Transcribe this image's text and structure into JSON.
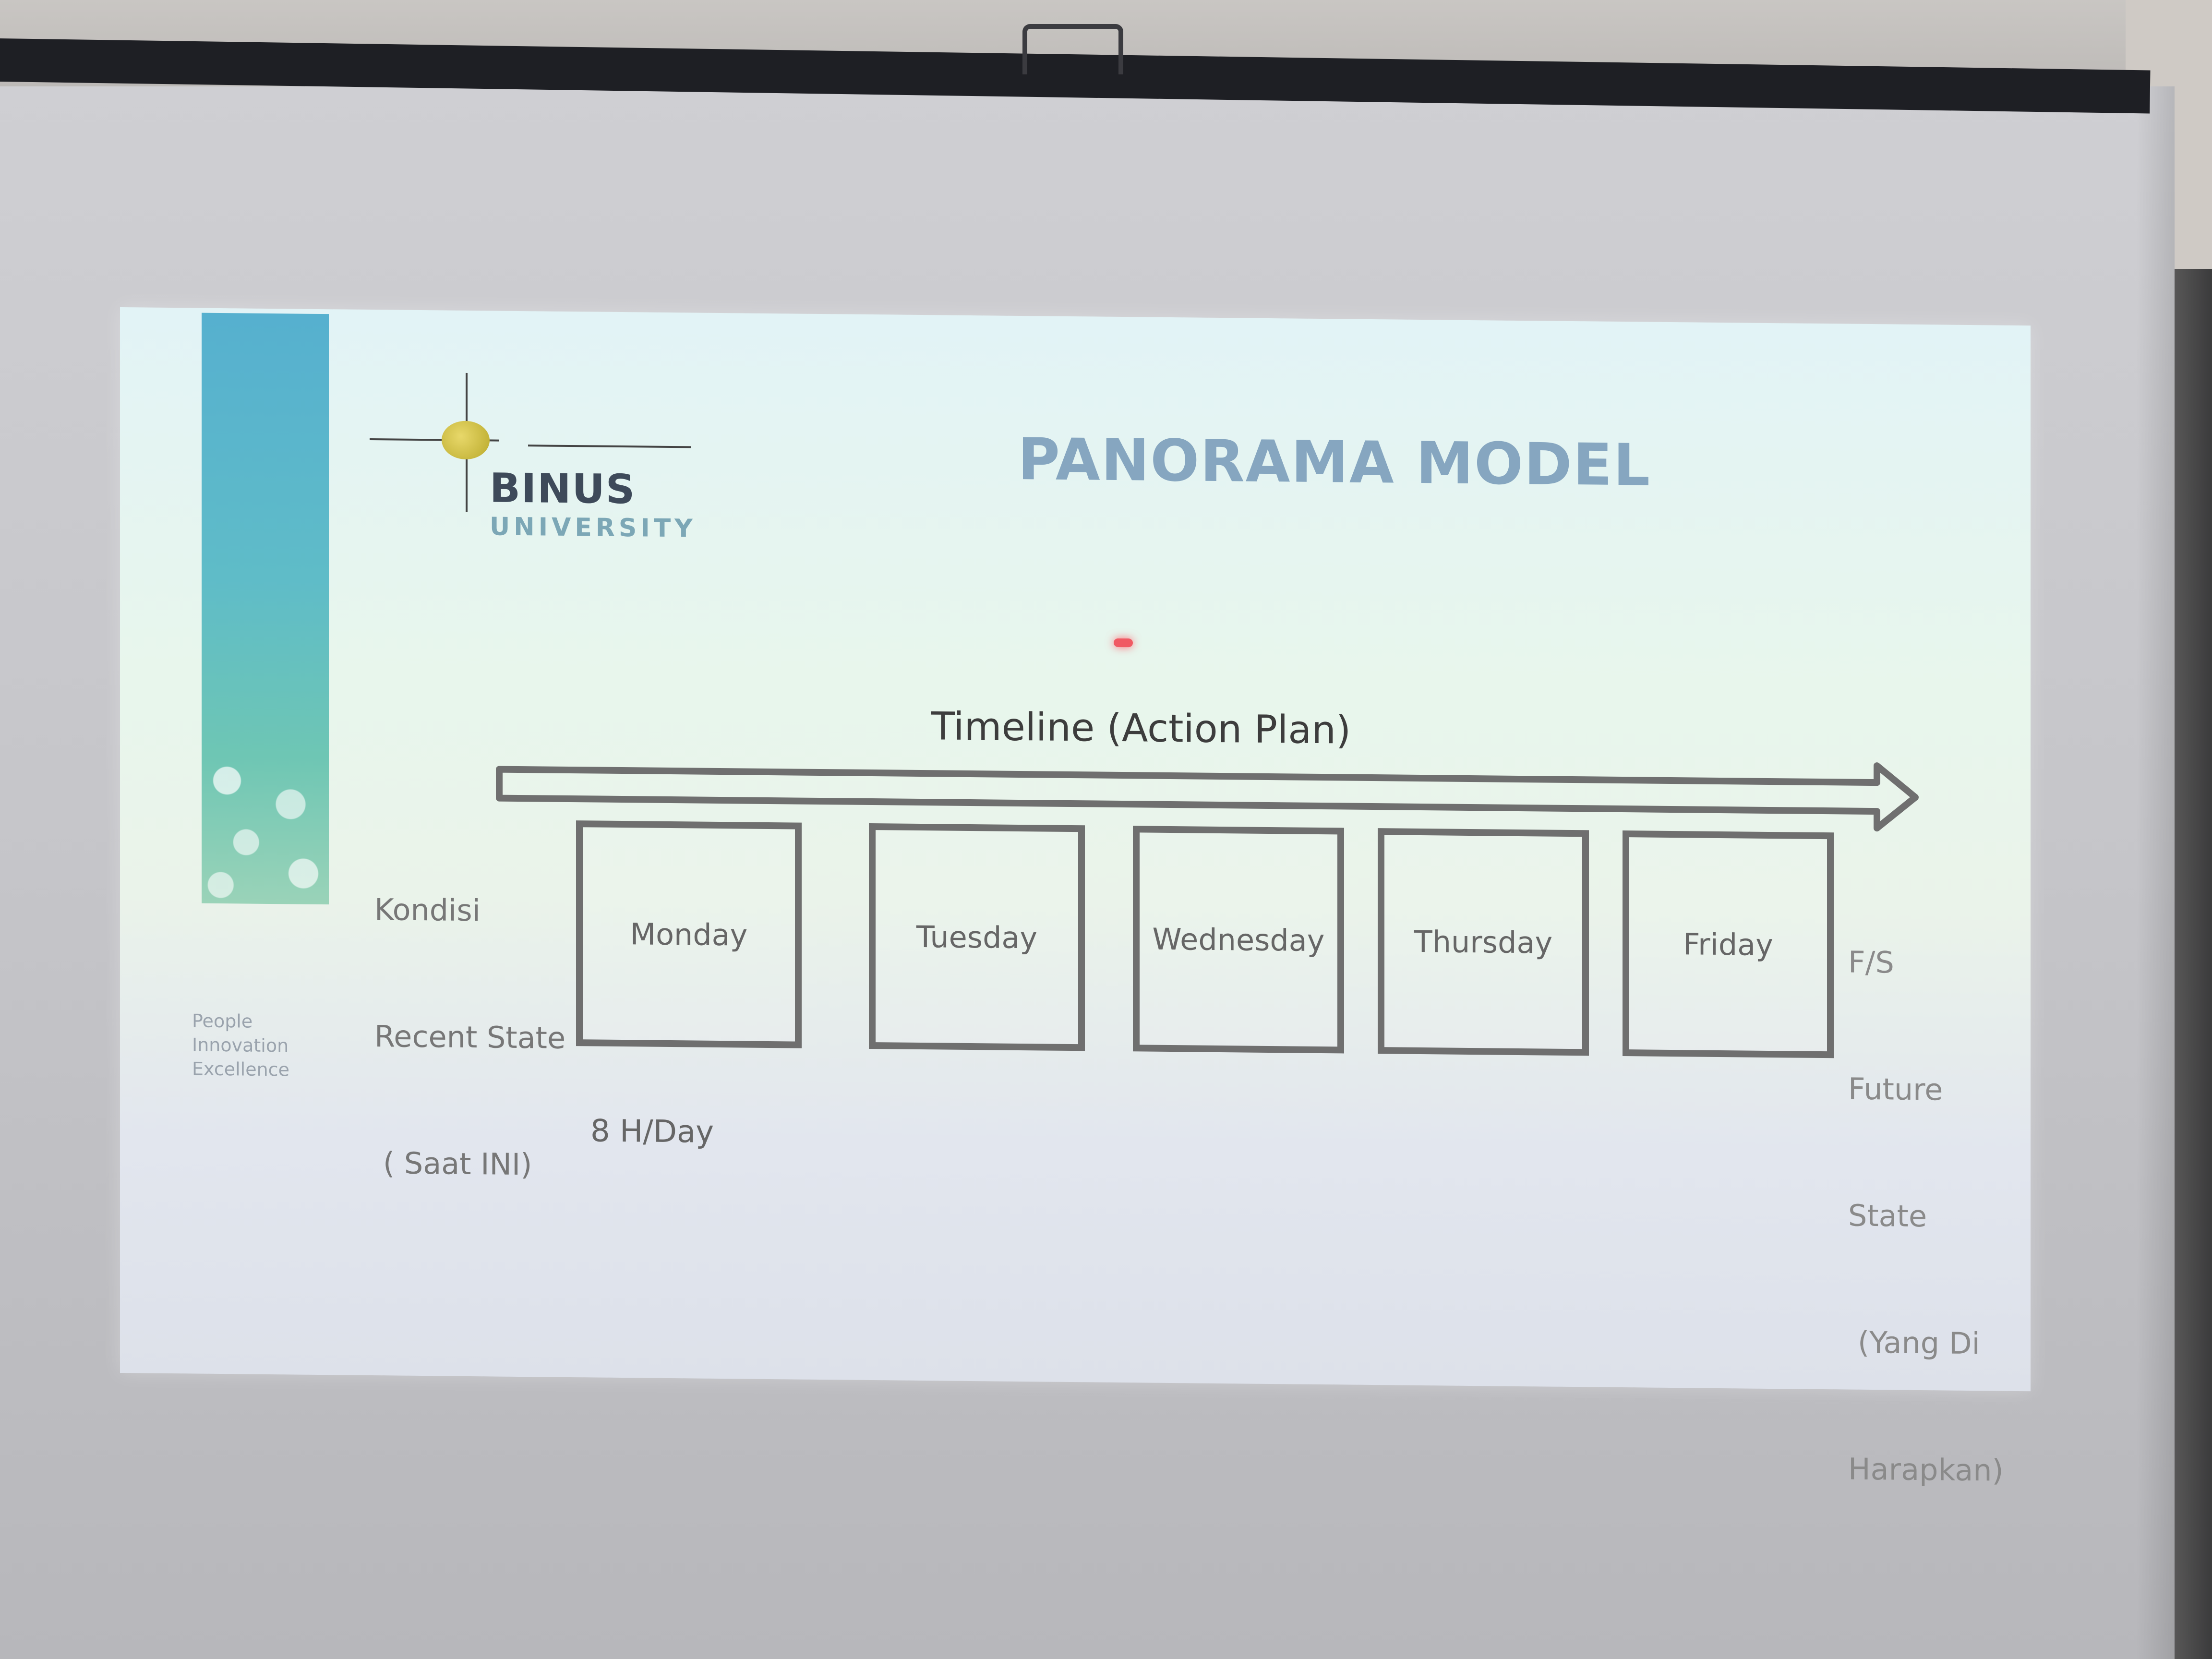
{
  "slide": {
    "title": "PANORAMA MODEL",
    "logo": {
      "name": "BINUS",
      "subname": "UNIVERSITY"
    },
    "tagline": [
      "People",
      "Innovation",
      "Excellence"
    ],
    "timeline_label": "Timeline (Action Plan)",
    "recent_state": [
      "Kondisi",
      "Recent State",
      "( Saat INI)"
    ],
    "future_state": [
      "F/S",
      "Future",
      "State",
      "(Yang Di",
      "Harapkan)"
    ],
    "days": [
      "Monday",
      "Tuesday",
      "Wednesday",
      "Thursday",
      "Friday"
    ],
    "hours_note": "8 H/Day"
  },
  "colors": {
    "title": "#86a6c0",
    "side_bar": "#5fbcc8",
    "box_border": "#6f6f6f",
    "laser_dot": "#f05a63"
  }
}
